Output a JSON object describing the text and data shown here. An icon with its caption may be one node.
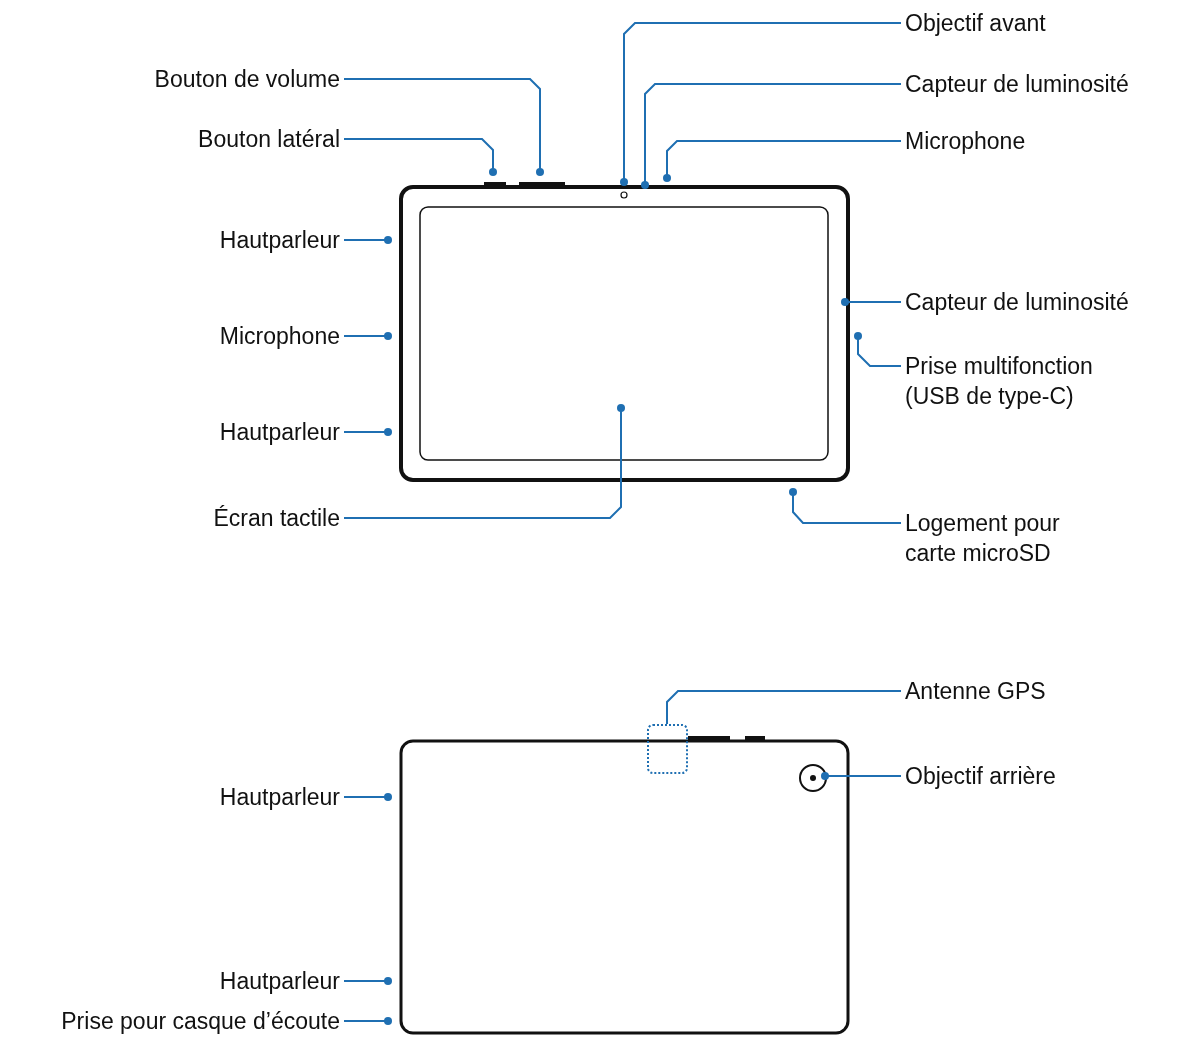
{
  "diagram": {
    "nodes": [
      {
        "text": [
          "Objectif avant"
        ]
      },
      {
        "text": [
          "Bouton de volume"
        ]
      },
      {
        "text": [
          "Capteur de luminosité"
        ]
      },
      {
        "text": [
          "Bouton latéral"
        ]
      },
      {
        "text": [
          "Microphone"
        ]
      },
      {
        "text": [
          "Hautparleur"
        ]
      },
      {
        "text": [
          "Capteur de luminosité"
        ]
      },
      {
        "text": [
          "Microphone"
        ]
      },
      {
        "text": [
          "Prise multifonction (USB de type-C)"
        ]
      },
      {
        "text": [
          "Hautparleur"
        ]
      },
      {
        "text": [
          "Écran tactile"
        ]
      },
      {
        "text": [
          "Logement pour carte microSD"
        ]
      },
      {
        "text": [
          "Antenne GPS"
        ]
      },
      {
        "text": [
          "Objectif arrière"
        ]
      },
      {
        "text": [
          "Hautparleur"
        ]
      },
      {
        "text": [
          "Hautparleur"
        ]
      },
      {
        "text": [
          "Prise pour casque d’écoute"
        ]
      },
      {
        "text": [],
        "shape": "tablet"
      },
      {
        "text": [],
        "shape": "tablet"
      }
    ],
    "edges": [
      {
        "from": 0,
        "to": 17,
        "arrow": "other"
      },
      {
        "from": 1,
        "to": 17,
        "arrow": "other"
      },
      {
        "from": 2,
        "to": 17,
        "arrow": "other"
      },
      {
        "from": 3,
        "to": 17,
        "arrow": "other"
      },
      {
        "from": 4,
        "to": 17,
        "arrow": "other"
      },
      {
        "from": 5,
        "to": 17,
        "arrow": "other"
      },
      {
        "from": 6,
        "to": 17,
        "arrow": "other"
      },
      {
        "from": 7,
        "to": 17,
        "arrow": "other"
      },
      {
        "from": 8,
        "to": 17,
        "arrow": "other"
      },
      {
        "from": 9,
        "to": 17,
        "arrow": "other"
      },
      {
        "from": 10,
        "to": 17,
        "arrow": "other"
      },
      {
        "from": 11,
        "to": 17,
        "arrow": "other"
      },
      {
        "from": 12,
        "to": 18,
        "arrow": "none"
      },
      {
        "from": 13,
        "to": 18,
        "arrow": "other"
      },
      {
        "from": 14,
        "to": 18,
        "arrow": "other"
      },
      {
        "from": 15,
        "to": 18,
        "arrow": "other"
      },
      {
        "from": 16,
        "to": 18,
        "arrow": "other"
      }
    ]
  }
}
